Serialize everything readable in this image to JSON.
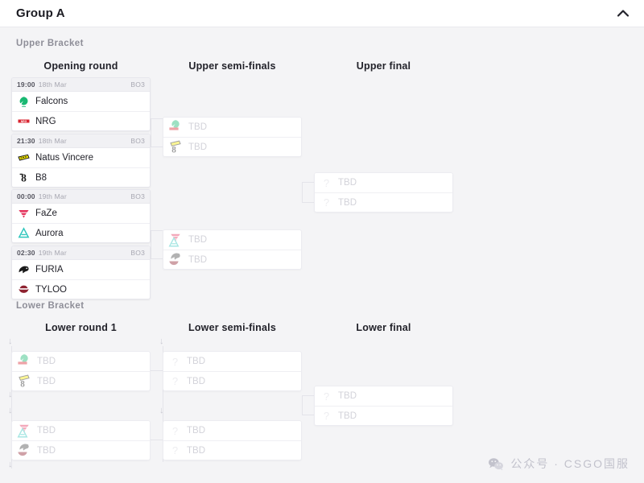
{
  "header": {
    "title": "Group A",
    "collapse_icon": "chevron-up-icon"
  },
  "upper_bracket": {
    "label": "Upper Bracket",
    "rounds": [
      {
        "label": "Opening round"
      },
      {
        "label": "Upper semi-finals"
      },
      {
        "label": "Upper final"
      }
    ],
    "opening_round": [
      {
        "time": "19:00",
        "date": "18th Mar",
        "format": "BO3",
        "teams": [
          {
            "name": "Falcons",
            "logo": "falcons-logo"
          },
          {
            "name": "NRG",
            "logo": "nrg-logo"
          }
        ]
      },
      {
        "time": "21:30",
        "date": "18th Mar",
        "format": "BO3",
        "teams": [
          {
            "name": "Natus Vincere",
            "logo": "navi-logo"
          },
          {
            "name": "B8",
            "logo": "b8-logo"
          }
        ]
      },
      {
        "time": "00:00",
        "date": "19th Mar",
        "format": "BO3",
        "teams": [
          {
            "name": "FaZe",
            "logo": "faze-logo"
          },
          {
            "name": "Aurora",
            "logo": "aurora-logo"
          }
        ]
      },
      {
        "time": "02:30",
        "date": "19th Mar",
        "format": "BO3",
        "teams": [
          {
            "name": "FURIA",
            "logo": "furia-logo"
          },
          {
            "name": "TYLOO",
            "logo": "tyloo-logo"
          }
        ]
      }
    ],
    "semi_finals": [
      {
        "teams": [
          {
            "name": "TBD",
            "logo": "falcons-nrg-pending"
          },
          {
            "name": "TBD",
            "logo": "navi-b8-pending"
          }
        ]
      },
      {
        "teams": [
          {
            "name": "TBD",
            "logo": "faze-aurora-pending"
          },
          {
            "name": "TBD",
            "logo": "furia-tyloo-pending"
          }
        ]
      }
    ],
    "final": [
      {
        "teams": [
          {
            "name": "TBD",
            "logo": "question-icon"
          },
          {
            "name": "TBD",
            "logo": "question-icon"
          }
        ]
      }
    ]
  },
  "lower_bracket": {
    "label": "Lower Bracket",
    "rounds": [
      {
        "label": "Lower round 1"
      },
      {
        "label": "Lower semi-finals"
      },
      {
        "label": "Lower final"
      }
    ],
    "round1": [
      {
        "teams": [
          {
            "name": "TBD",
            "logo": "falcons-nrg-pending"
          },
          {
            "name": "TBD",
            "logo": "navi-b8-pending"
          }
        ]
      },
      {
        "teams": [
          {
            "name": "TBD",
            "logo": "faze-aurora-pending"
          },
          {
            "name": "TBD",
            "logo": "furia-tyloo-pending"
          }
        ]
      }
    ],
    "semi_finals": [
      {
        "teams": [
          {
            "name": "TBD",
            "logo": "question-icon"
          },
          {
            "name": "TBD",
            "logo": "question-icon"
          }
        ]
      },
      {
        "teams": [
          {
            "name": "TBD",
            "logo": "question-icon"
          },
          {
            "name": "TBD",
            "logo": "question-icon"
          }
        ]
      }
    ],
    "final": [
      {
        "teams": [
          {
            "name": "TBD",
            "logo": "question-icon"
          },
          {
            "name": "TBD",
            "logo": "question-icon"
          }
        ]
      }
    ],
    "drop_arrow": "↓"
  },
  "watermark": {
    "icon": "wechat-icon",
    "text": "公众号 · CSGO国服"
  },
  "colors": {
    "page_bg": "#f4f4f6",
    "card_bg": "#ffffff",
    "card_border": "#e6e6ec",
    "text": "#22222a",
    "muted": "#9a9aa4",
    "tbd": "#d3d3da",
    "falcons": "#19b872",
    "nrg": "#d8232f",
    "navi": "#f2e600",
    "b8": "#1b1b1b",
    "faze": "#e4335c",
    "aurora": "#2fc6bd",
    "furia": "#1a1a1a",
    "tyloo": "#8e2230"
  }
}
